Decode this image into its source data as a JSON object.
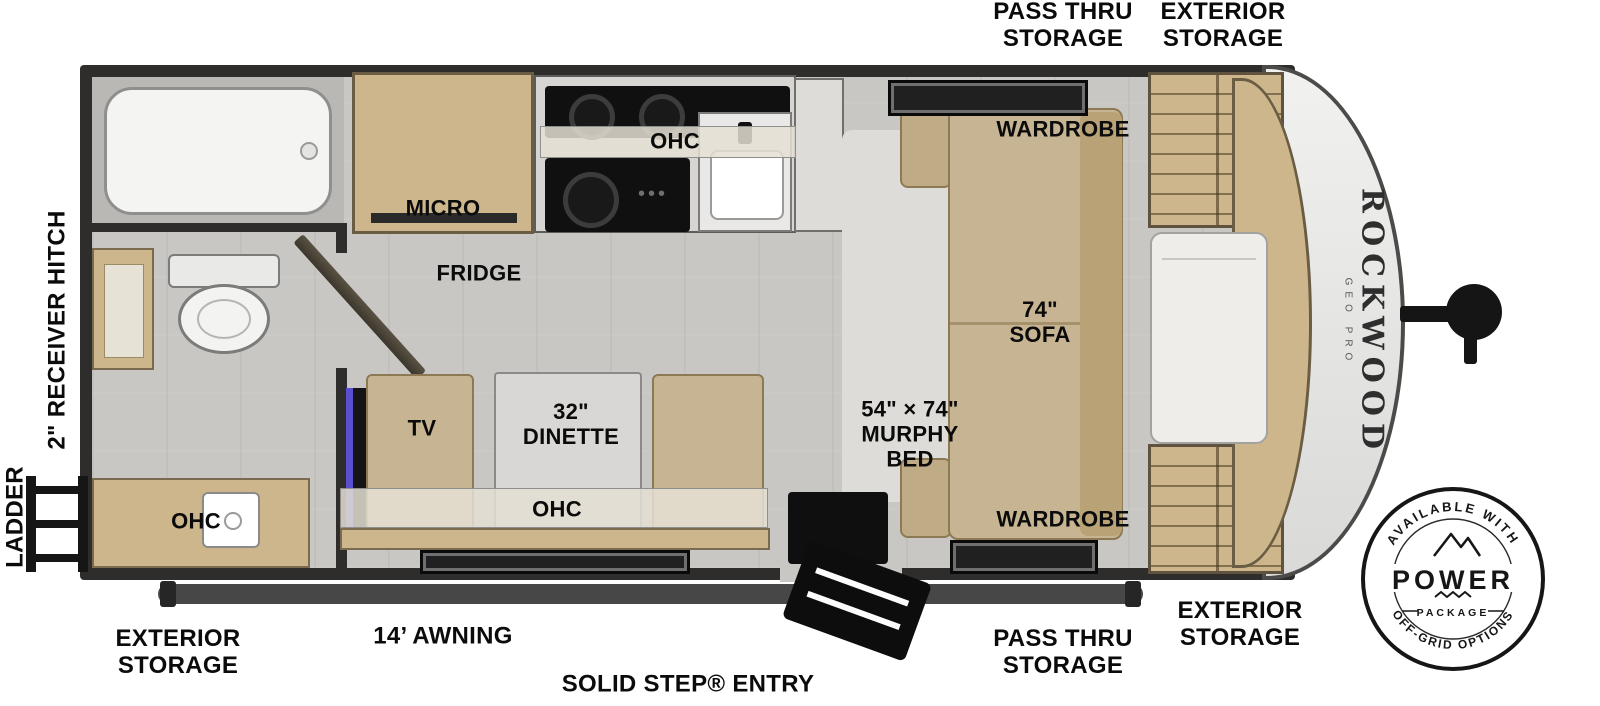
{
  "exterior": {
    "pass_thru_top": [
      "PASS THRU",
      "STORAGE"
    ],
    "exterior_top": [
      "EXTERIOR",
      "STORAGE"
    ],
    "receiver_hitch": "2\" RECEIVER HITCH",
    "ladder": "LADDER",
    "exterior_bottom_left": [
      "EXTERIOR",
      "STORAGE"
    ],
    "awning": "14’ AWNING",
    "entry": "SOLID STEP® ENTRY",
    "pass_thru_bottom": [
      "PASS THRU",
      "STORAGE"
    ],
    "exterior_bottom_right": [
      "EXTERIOR",
      "STORAGE"
    ]
  },
  "interior": {
    "kitchen_ohc": "OHC",
    "micro": "MICRO",
    "fridge": "FRIDGE",
    "wardrobe_top": "WARDROBE",
    "sofa": [
      "74\"",
      "SOFA"
    ],
    "murphy_bed": [
      "54\" × 74\"",
      "MURPHY",
      "BED"
    ],
    "dinette": [
      "32\"",
      "DINETTE"
    ],
    "tv": "TV",
    "dinette_ohc": "OHC",
    "wardrobe_bottom": "WARDROBE",
    "bath_ohc": "OHC"
  },
  "brand": {
    "name": "ROCKWOOD",
    "series": "GEO PRO"
  },
  "badge": {
    "top_arc": "AVAILABLE WITH",
    "word": "POWER",
    "package": "PACKAGE",
    "bottom_arc": "OFF-GRID OPTIONS"
  },
  "colors": {
    "wall": "#2e2d2b",
    "floor": "#c8c7c4",
    "wood": "#cdb68c",
    "upholstery": "#c7b492",
    "text": "#0b0b0b"
  }
}
